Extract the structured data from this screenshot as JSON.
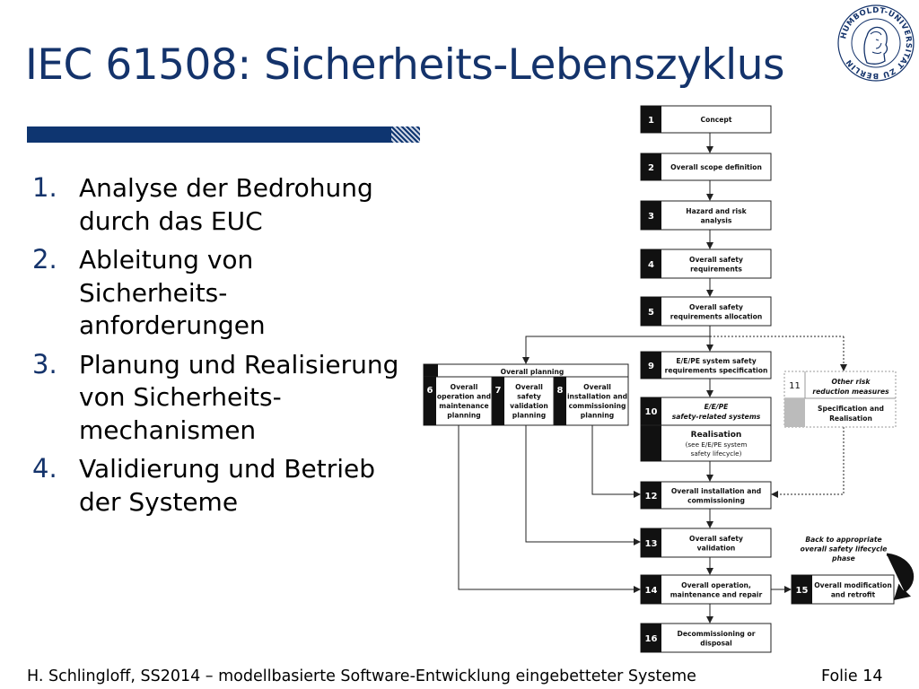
{
  "title": "IEC 61508: Sicherheits-Lebenszyklus",
  "seal": {
    "ring_text": "HUMBOLDT-UNIVERSITÄT ZU BERLIN"
  },
  "list": [
    {
      "num": "1.",
      "text": "Analyse der Bedrohung durch das EUC"
    },
    {
      "num": "2.",
      "text": "Ableitung von Sicherheits-anforderungen"
    },
    {
      "num": "3.",
      "text": "Planung und Realisierung von Sicherheits-mechanismen"
    },
    {
      "num": "4.",
      "text": "Validierung und Betrieb der Systeme"
    }
  ],
  "diagram": {
    "steps": [
      {
        "num": "1",
        "lines": [
          "Concept"
        ]
      },
      {
        "num": "2",
        "lines": [
          "Overall scope definition"
        ]
      },
      {
        "num": "3",
        "lines": [
          "Hazard and risk",
          "analysis"
        ]
      },
      {
        "num": "4",
        "lines": [
          "Overall safety",
          "requirements"
        ]
      },
      {
        "num": "5",
        "lines": [
          "Overall safety",
          "requirements allocation"
        ]
      },
      {
        "num": "9",
        "lines": [
          "E/E/PE system safety",
          "requirements specification"
        ]
      },
      {
        "num": "10",
        "lines": [
          "E/E/PE",
          "safety-related systems"
        ]
      },
      {
        "num": "12",
        "lines": [
          "Overall installation and",
          "commissioning"
        ]
      },
      {
        "num": "13",
        "lines": [
          "Overall safety",
          "validation"
        ]
      },
      {
        "num": "14",
        "lines": [
          "Overall operation,",
          "maintenance and repair"
        ]
      },
      {
        "num": "15",
        "lines": [
          "Overall modification",
          "and retrofit"
        ]
      },
      {
        "num": "16",
        "lines": [
          "Decommissioning or",
          "disposal"
        ]
      }
    ],
    "realisation": {
      "title": "Realisation",
      "lines": [
        "(see E/E/PE system",
        "safety lifecycle)"
      ]
    },
    "planning": {
      "header": "Overall planning",
      "items": [
        {
          "num": "6",
          "lines": [
            "Overall",
            "operation and",
            "maintenance",
            "planning"
          ]
        },
        {
          "num": "7",
          "lines": [
            "Overall",
            "safety",
            "validation",
            "planning"
          ]
        },
        {
          "num": "8",
          "lines": [
            "Overall",
            "installation and",
            "commissioning",
            "planning"
          ]
        }
      ]
    },
    "other_risk": {
      "num": "11",
      "lines": [
        "Other risk",
        "reduction measures"
      ],
      "spec": [
        "Specification and",
        "Realisation"
      ]
    },
    "back_note": [
      "Back to appropriate",
      "overall safety lifecycle",
      "phase"
    ]
  },
  "footer": {
    "left": "H. Schlingloff, SS2014 – modellbasierte Software-Entwicklung eingebetteter Systeme",
    "right": "Folie 14"
  }
}
